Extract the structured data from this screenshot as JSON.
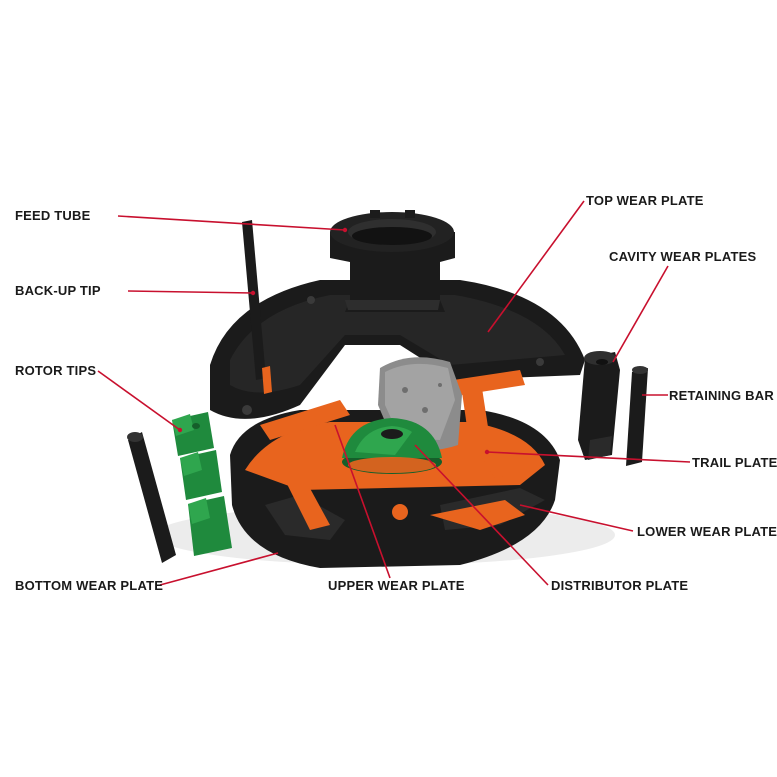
{
  "colors": {
    "leader": "#c8102e",
    "steel": "#1b1b1b",
    "steel_hi": "#3a3a3a",
    "orange": "#e8641e",
    "green": "#1f8a3d",
    "green_hi": "#2fa64e",
    "label": "#1a1a1a"
  },
  "labels": {
    "feed_tube": "FEED TUBE",
    "back_up_tip": "BACK-UP TIP",
    "rotor_tips": "ROTOR TIPS",
    "bottom_wear_plate": "BOTTOM WEAR PLATE",
    "upper_wear_plate": "UPPER WEAR PLATE",
    "distributor_plate": "DISTRIBUTOR PLATE",
    "lower_wear_plate": "LOWER WEAR PLATE",
    "trail_plate": "TRAIL PLATE",
    "retaining_bar": "RETAINING BAR",
    "cavity_wear_plates": "CAVITY WEAR PLATES",
    "top_wear_plate": "TOP WEAR PLATE"
  }
}
